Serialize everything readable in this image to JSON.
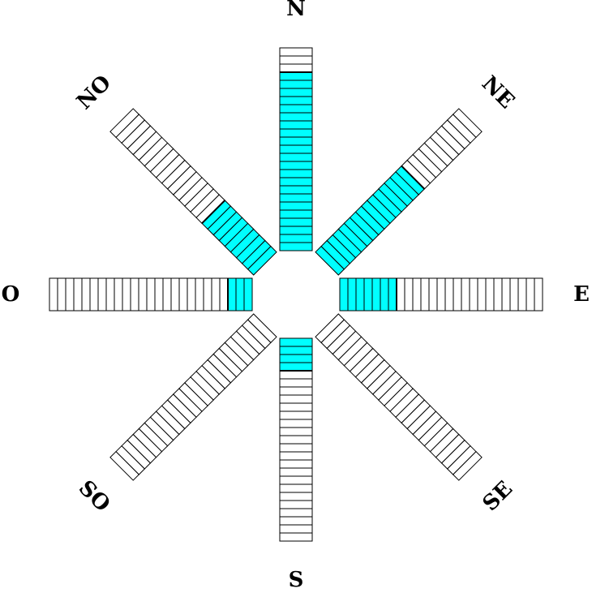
{
  "chart_data": {
    "type": "radial-bar",
    "title": "",
    "segments_per_bar": 25,
    "colors": {
      "filled": "#00ffff",
      "empty": "#ffffff",
      "stroke": "#000000"
    },
    "series": [
      {
        "direction": "N",
        "label": "N",
        "filled": 22
      },
      {
        "direction": "NE",
        "label": "NE",
        "filled": 15
      },
      {
        "direction": "E",
        "label": "E",
        "filled": 7
      },
      {
        "direction": "SE",
        "label": "SE",
        "filled": 0
      },
      {
        "direction": "S",
        "label": "S",
        "filled": 4
      },
      {
        "direction": "SO",
        "label": "SO",
        "filled": 0
      },
      {
        "direction": "O",
        "label": "O",
        "filled": 3
      },
      {
        "direction": "NO",
        "label": "NO",
        "filled": 9
      }
    ]
  }
}
